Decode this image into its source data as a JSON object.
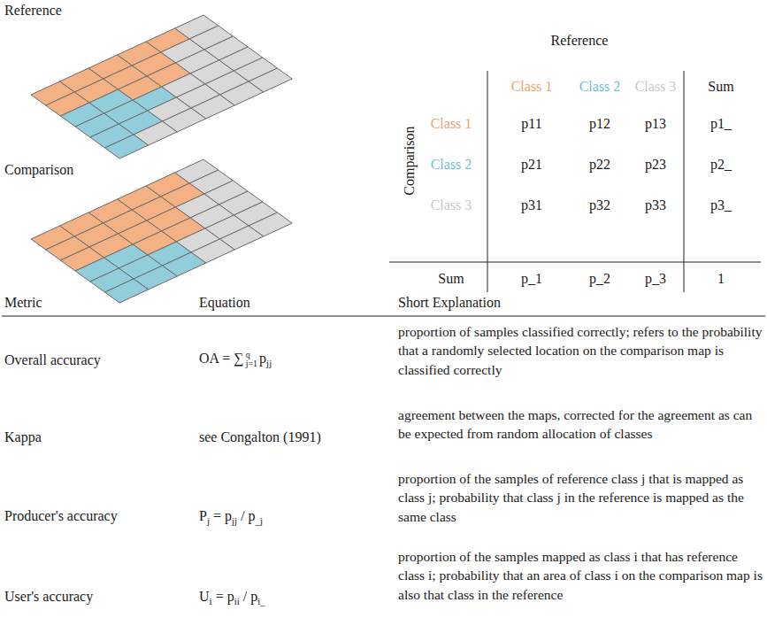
{
  "diagram": {
    "labels": [
      "Reference",
      "Comparison",
      "Reference",
      "Class 1",
      "Class 2",
      "Class 3",
      "Sum",
      "Comparison",
      "Class 1",
      "p11",
      "p12",
      "p13",
      "p1_",
      "Class 2",
      "p21",
      "p22",
      "p23",
      "p2_",
      "Class 3",
      "p31",
      "p32",
      "p33",
      "p3_",
      "Sum",
      "p_1",
      "p_2",
      "p_3",
      "1",
      "Metric",
      "Equation",
      "Short Explanation",
      "Overall accuracy",
      "OA = ∑",
      "q",
      "j=1",
      "p",
      "jj",
      "proportion of samples classified correctly; refers to the probability that a randomly selected location on the comparison map is classified correctly",
      "Kappa",
      "see Congalton (1991)",
      "agreement between the maps, corrected for the agreement as can be expected from random allocation of classes",
      "Producer's accuracy",
      "P",
      "j",
      "= p",
      "jj",
      "/ p",
      "_j",
      "proportion of the samples of reference class j that is mapped as class j; probability that class j in the reference is mapped as the same class",
      "User's accuracy",
      "U",
      "i",
      "= p",
      "ii",
      "/ p",
      "i_",
      "proportion of the samples mapped as class i that has reference class i; probability that an area of class i on the comparison map is also that class in the reference"
    ]
  }
}
